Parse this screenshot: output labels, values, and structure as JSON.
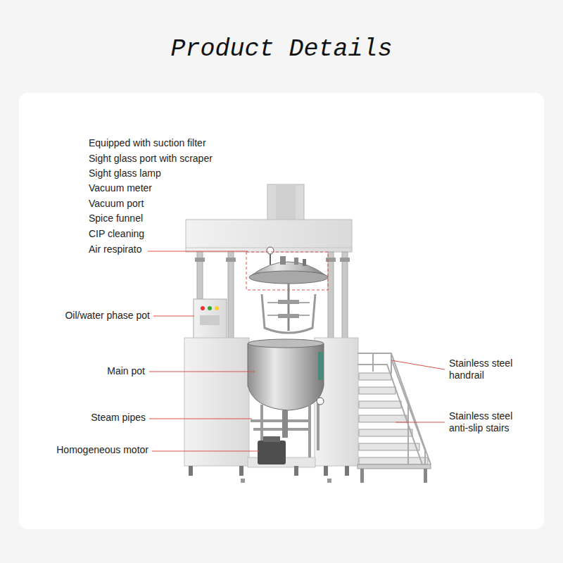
{
  "diagram": {
    "title": "Product Details",
    "labels": [
      "Equipped with suction filter",
      "Sight glass port with scraper",
      "Sight glass lamp",
      "Vacuum meter",
      "Vacuum port",
      "Spice funnel",
      "CIP cleaning",
      "Air respirato",
      "Oil/water phase pot",
      "Main pot",
      "Steam pipes",
      "Homogeneous motor",
      "Stainless steel handrail",
      "Stainless steel anti-slip stairs"
    ]
  }
}
